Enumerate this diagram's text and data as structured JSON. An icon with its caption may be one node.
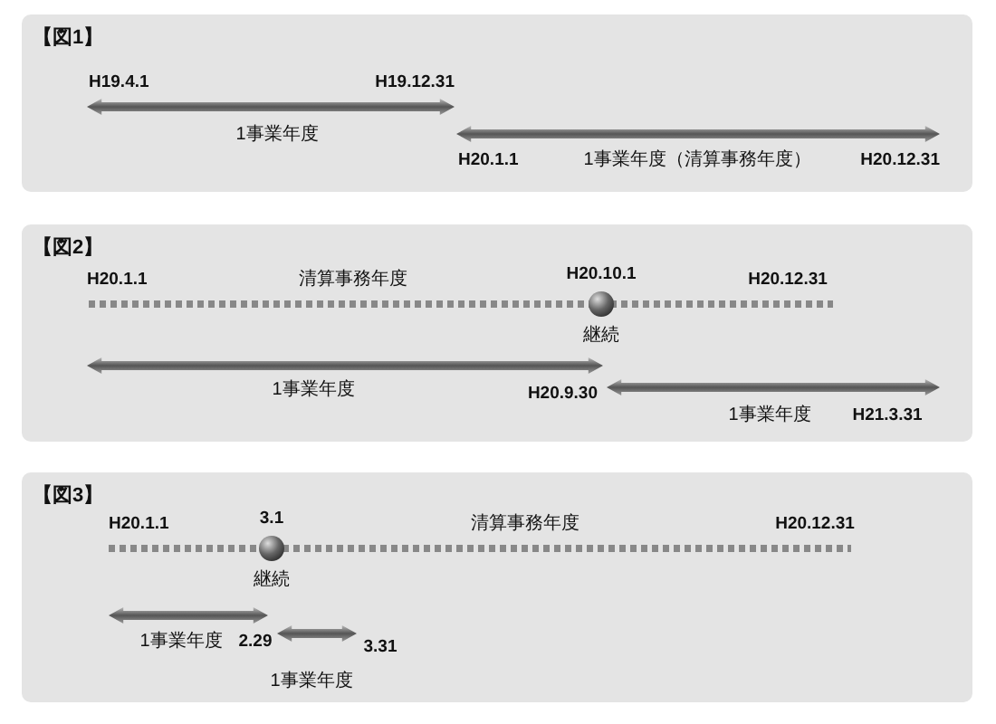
{
  "diagram": {
    "nodes": [
      {
        "text": [
          "【図1】"
        ]
      },
      {
        "text": [
          "【図2】"
        ]
      },
      {
        "text": [],
        "shape": "circle",
        "in": 1,
        "beside": [
          "H20.10.1",
          "継続"
        ]
      },
      {
        "text": [
          "【図3】"
        ]
      },
      {
        "text": [],
        "shape": "circle",
        "in": 3,
        "beside": [
          "3.1",
          "継続"
        ]
      }
    ],
    "labels": [
      "H19.4.1",
      "H19.12.31",
      "1事業年度",
      "H20.1.1",
      "1事業年度（清算事務年度）",
      "H20.12.31",
      "H20.1.1",
      "清算事務年度",
      "H20.12.31",
      "1事業年度",
      "H20.9.30",
      "1事業年度",
      "H21.3.31",
      "H20.1.1",
      "清算事務年度",
      "H20.12.31",
      "1事業年度",
      "2.29",
      "3.31",
      "1事業年度"
    ]
  }
}
